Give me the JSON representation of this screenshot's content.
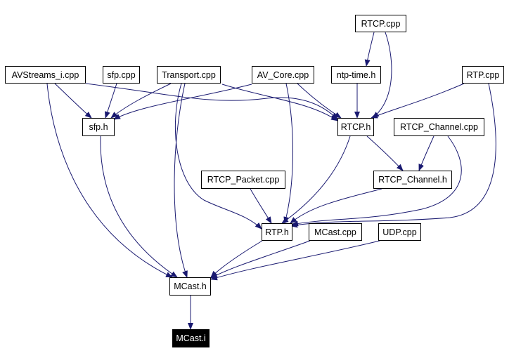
{
  "edge_color": "#191970",
  "nodes": {
    "rtcp_cpp": "RTCP.cpp",
    "avstreams_i_cpp": "AVStreams_i.cpp",
    "sfp_cpp": "sfp.cpp",
    "transport_cpp": "Transport.cpp",
    "av_core_cpp": "AV_Core.cpp",
    "ntp_time_h": "ntp-time.h",
    "rtp_cpp": "RTP.cpp",
    "sfp_h": "sfp.h",
    "rtcp_h": "RTCP.h",
    "rtcp_channel_cpp": "RTCP_Channel.cpp",
    "rtcp_packet_cpp": "RTCP_Packet.cpp",
    "rtcp_channel_h": "RTCP_Channel.h",
    "rtp_h": "RTP.h",
    "mcast_cpp": "MCast.cpp",
    "udp_cpp": "UDP.cpp",
    "mcast_h": "MCast.h",
    "mcast_i": "MCast.i"
  },
  "edges": [
    [
      "rtcp_cpp",
      "ntp_time_h"
    ],
    [
      "rtcp_cpp",
      "rtcp_h"
    ],
    [
      "ntp_time_h",
      "rtcp_h"
    ],
    [
      "avstreams_i_cpp",
      "sfp_h"
    ],
    [
      "avstreams_i_cpp",
      "rtcp_h"
    ],
    [
      "avstreams_i_cpp",
      "mcast_h"
    ],
    [
      "sfp_cpp",
      "sfp_h"
    ],
    [
      "transport_cpp",
      "sfp_h"
    ],
    [
      "transport_cpp",
      "rtcp_h"
    ],
    [
      "transport_cpp",
      "rtp_h"
    ],
    [
      "transport_cpp",
      "mcast_h"
    ],
    [
      "av_core_cpp",
      "sfp_h"
    ],
    [
      "av_core_cpp",
      "rtcp_h"
    ],
    [
      "av_core_cpp",
      "rtp_h"
    ],
    [
      "rtp_cpp",
      "rtcp_h"
    ],
    [
      "rtp_cpp",
      "rtp_h"
    ],
    [
      "sfp_h",
      "mcast_h"
    ],
    [
      "rtcp_h",
      "rtcp_channel_h"
    ],
    [
      "rtcp_h",
      "rtp_h"
    ],
    [
      "rtcp_channel_cpp",
      "rtcp_channel_h"
    ],
    [
      "rtcp_channel_cpp",
      "rtp_h"
    ],
    [
      "rtcp_packet_cpp",
      "rtp_h"
    ],
    [
      "rtcp_channel_h",
      "rtp_h"
    ],
    [
      "rtp_h",
      "mcast_h"
    ],
    [
      "mcast_cpp",
      "mcast_h"
    ],
    [
      "udp_cpp",
      "mcast_h"
    ],
    [
      "mcast_h",
      "mcast_i"
    ]
  ]
}
